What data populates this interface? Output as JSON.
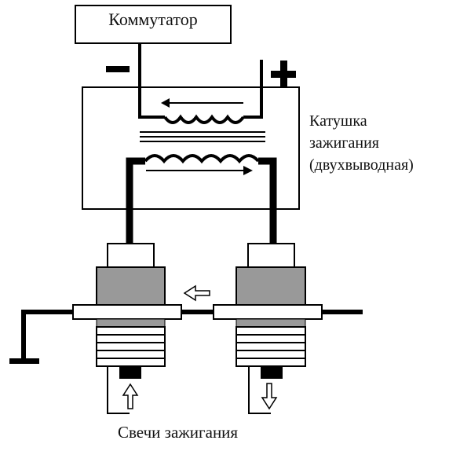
{
  "diagram": {
    "title": "Двухвыводная катушка зажигания",
    "commutator": {
      "label": "Коммутатор"
    },
    "polarity": {
      "minus": "−",
      "plus": "+"
    },
    "coil": {
      "label_lines": [
        "Катушка",
        "зажигания",
        "(двухвыводная)"
      ],
      "primary_current_direction": "left",
      "secondary_current_direction": "right"
    },
    "spark_plugs": {
      "label": "Свечи зажигания",
      "left_plug_spark_direction": "up",
      "right_plug_spark_direction": "down",
      "ground_current_direction": "left"
    },
    "colors": {
      "line": "#000000",
      "plug_body": "#999999",
      "background": "#ffffff"
    }
  }
}
